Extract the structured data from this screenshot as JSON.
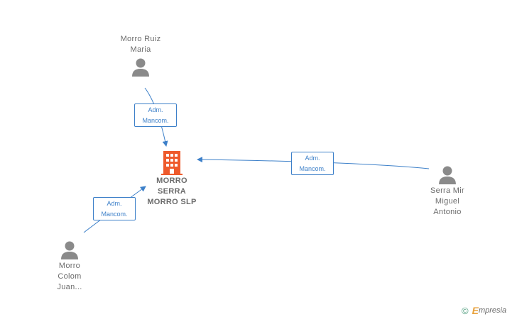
{
  "company": {
    "name_lines": [
      "MORRO",
      "SERRA",
      "MORRO SLP"
    ],
    "icon": "building-icon",
    "color": "#ee5a2c"
  },
  "persons": [
    {
      "id": "p1",
      "name_lines": [
        "Morro Ruiz",
        "Maria"
      ],
      "icon": "person-icon"
    },
    {
      "id": "p2",
      "name_lines": [
        "Serra Mir",
        "Miguel",
        "Antonio"
      ],
      "icon": "person-icon"
    },
    {
      "id": "p3",
      "name_lines": [
        "Morro",
        "Colom",
        "Juan..."
      ],
      "icon": "person-icon"
    }
  ],
  "relations": [
    {
      "from": "p1",
      "line1": "Adm.",
      "line2": "Mancom."
    },
    {
      "from": "p2",
      "line1": "Adm.",
      "line2": "Mancom."
    },
    {
      "from": "p3",
      "line1": "Adm.",
      "line2": "Mancom."
    }
  ],
  "footer": {
    "copyright_symbol": "©",
    "brand_initial": "E",
    "brand_rest": "mpresia"
  },
  "colors": {
    "edge": "#3d80c9",
    "person": "#8a8a8a",
    "text": "#6b6b6b"
  }
}
